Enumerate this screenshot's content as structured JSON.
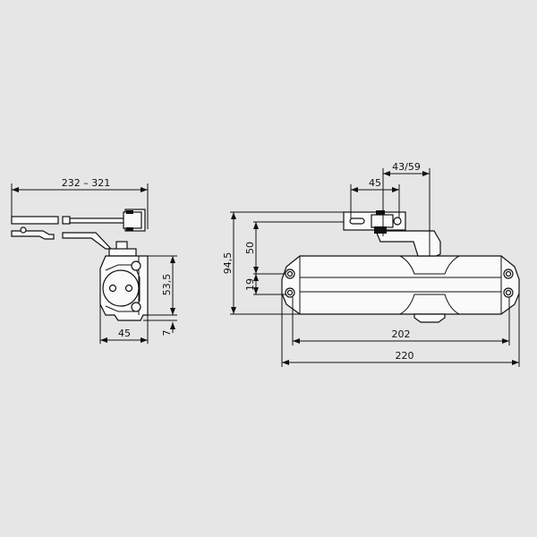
{
  "drawing": {
    "side_view": {
      "arm_length_range": "232 – 321",
      "height": "53,5",
      "width": "45",
      "offset": "7"
    },
    "front_view": {
      "bracket_width": "45",
      "arm_offset": "43/59",
      "total_height": "94,5",
      "bracket_height": "50",
      "hole_spacing": "19",
      "hole_distance": "202",
      "total_length": "220"
    },
    "colors": {
      "background": "#e6e6e6",
      "line": "#111111",
      "part": "#fafafa"
    }
  }
}
